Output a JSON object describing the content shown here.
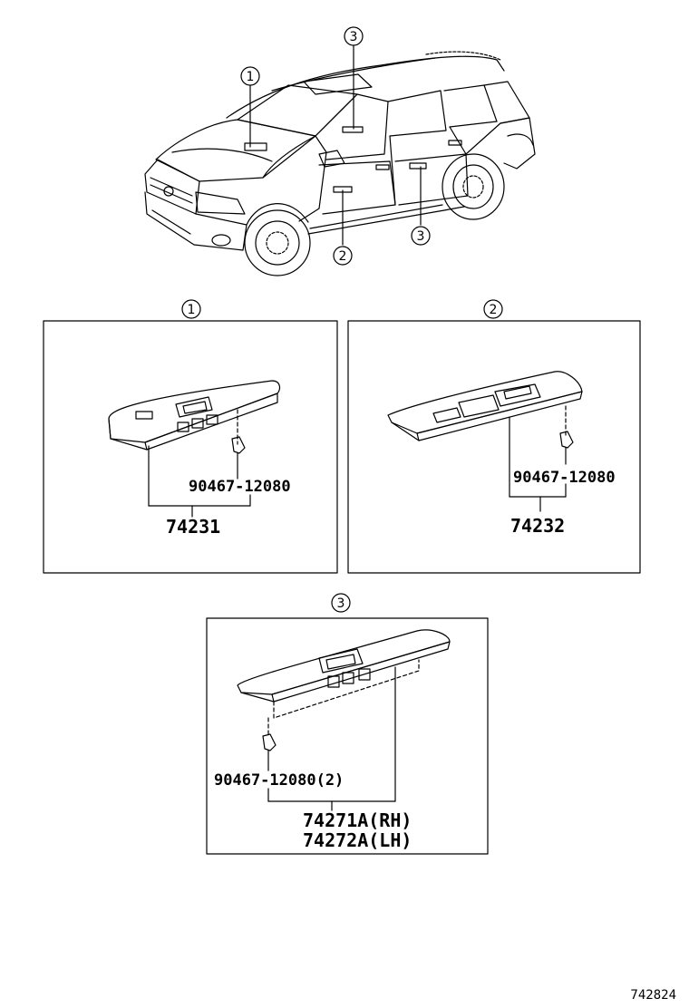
{
  "callouts": {
    "c1": "1",
    "c2": "2",
    "c3": "3"
  },
  "panel1": {
    "callout": "1",
    "clip_part": "90467-12080",
    "main_part": "74231"
  },
  "panel2": {
    "callout": "2",
    "clip_part": "90467-12080",
    "main_part": "74232"
  },
  "panel3": {
    "callout": "3",
    "clip_part": "90467-12080(2)",
    "main_part_rh": "74271A(RH)",
    "main_part_lh": "74272A(LH)"
  },
  "diagram_id": "742824"
}
